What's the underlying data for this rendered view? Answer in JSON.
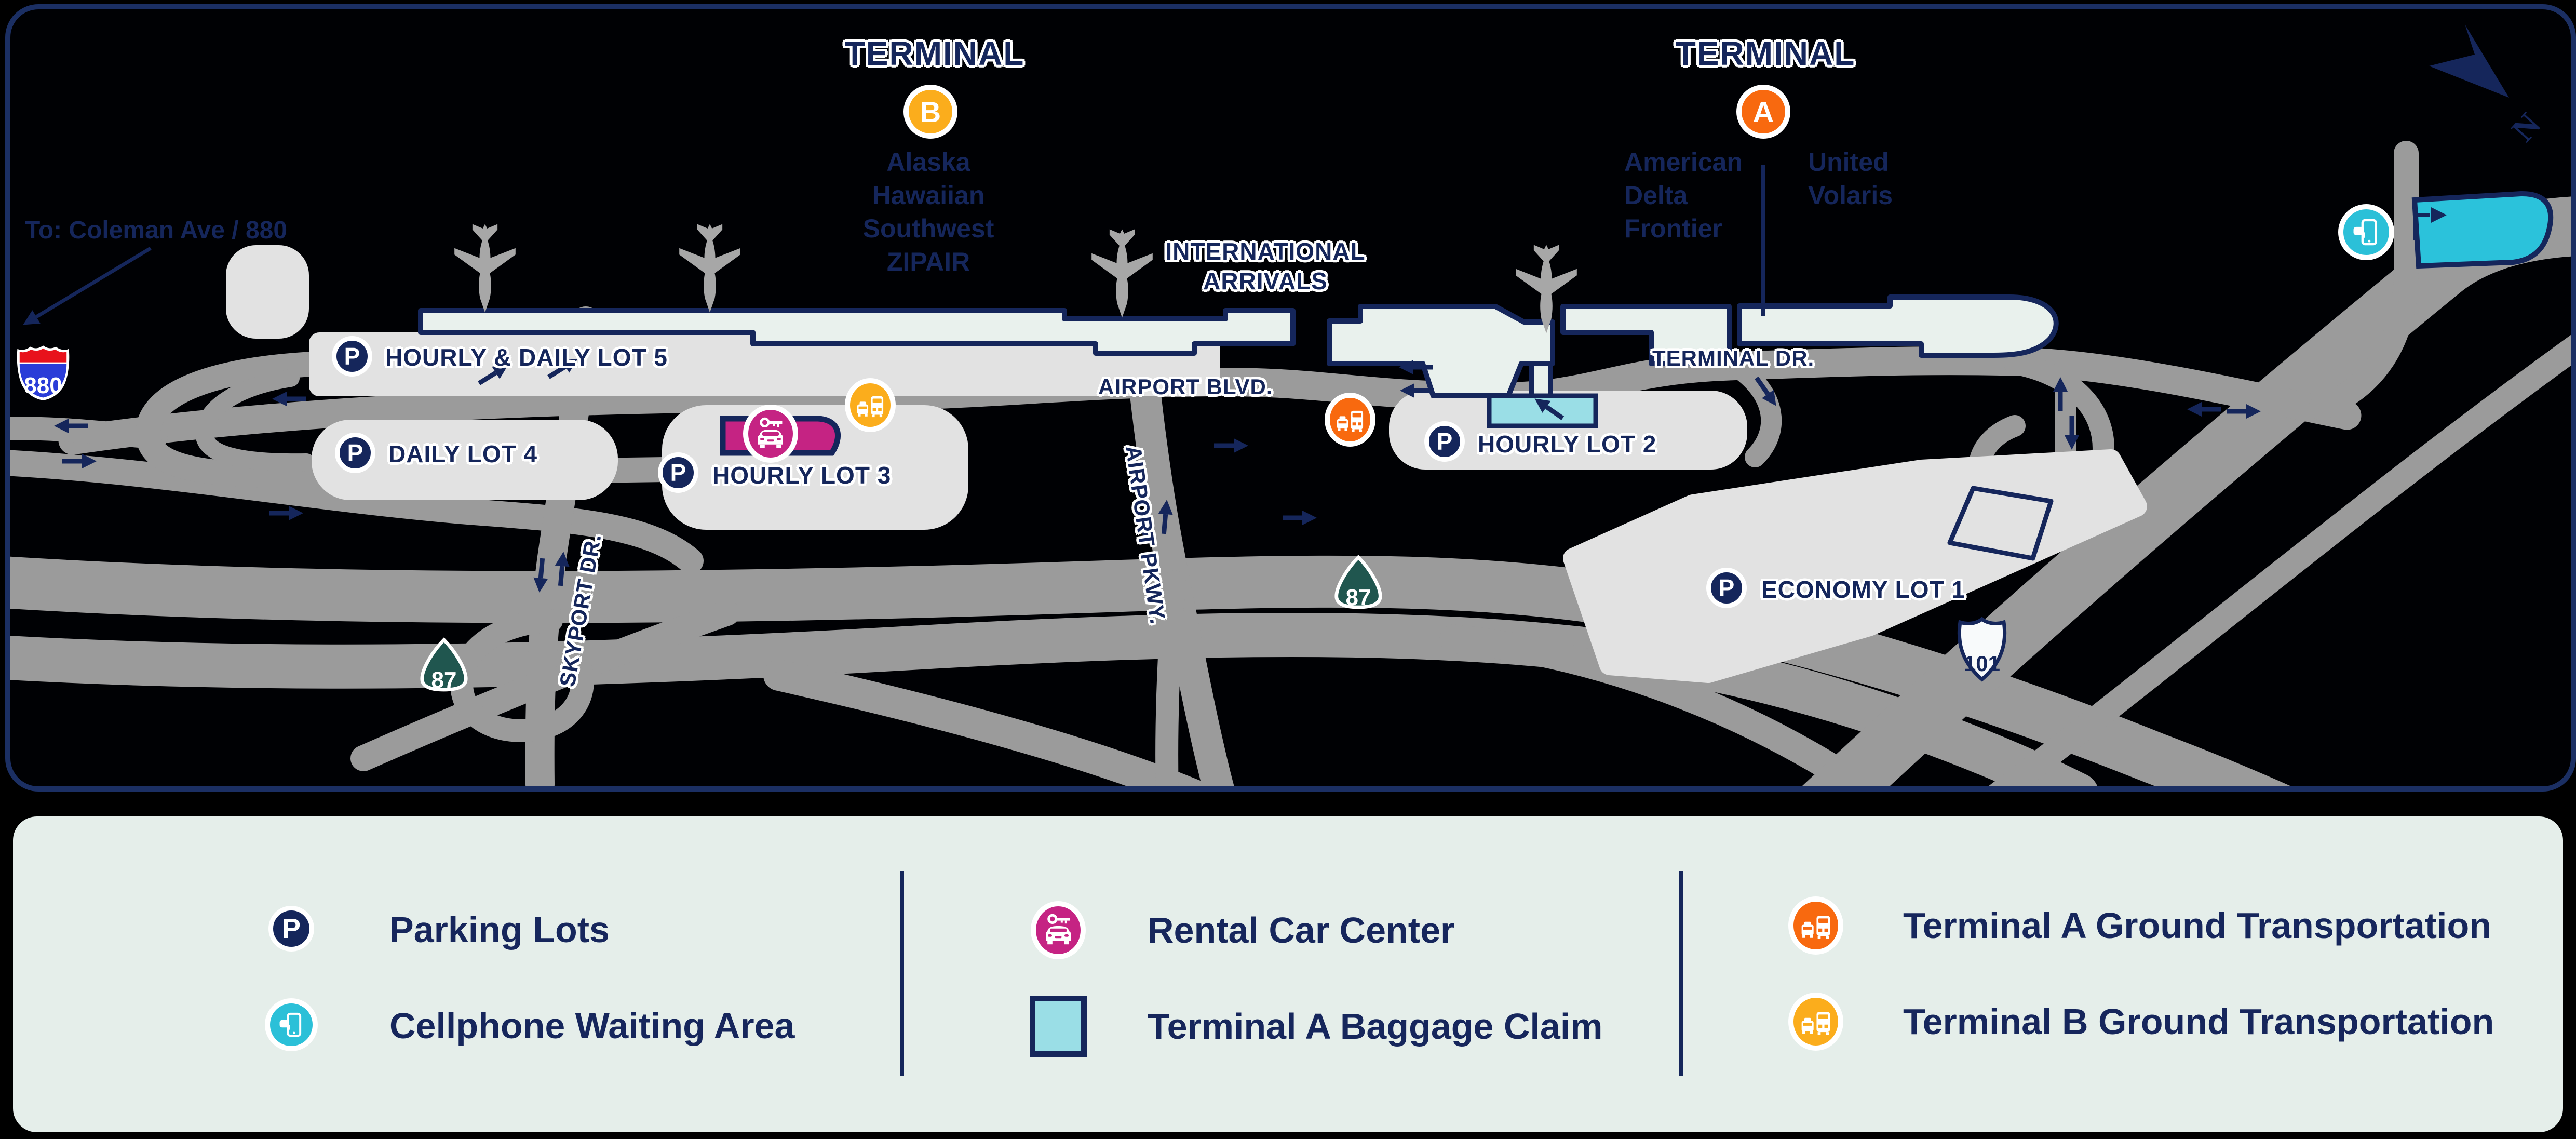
{
  "map": {
    "compass_n": "N",
    "coleman": "To: Coleman Ave / 880",
    "parking_letter": "P",
    "terminal_b": {
      "title": "TERMINAL",
      "badge": "B",
      "airlines": [
        "Alaska",
        "Hawaiian",
        "Southwest",
        "ZIPAIR"
      ]
    },
    "terminal_a": {
      "title": "TERMINAL",
      "badge": "A",
      "airlines_col1": [
        "American",
        "Delta",
        "Frontier"
      ],
      "airlines_col2": [
        "United",
        "Volaris"
      ]
    },
    "intl_line1": "INTERNATIONAL",
    "intl_line2": "ARRIVALS",
    "lots": {
      "lot5": "HOURLY & DAILY LOT 5",
      "lot4": "DAILY LOT 4",
      "lot3": "HOURLY LOT 3",
      "lot2": "HOURLY LOT 2",
      "lot1": "ECONOMY LOT 1"
    },
    "roads": {
      "airport_blvd": "AIRPORT BLVD.",
      "terminal_dr": "TERMINAL DR.",
      "airport_pkwy": "AIRPORT PKWY.",
      "skyport_dr": "SKYPORT DR."
    },
    "shields": {
      "i880": "880",
      "ca87": "87",
      "us101": "101"
    }
  },
  "legend": {
    "parking_label": "Parking Lots",
    "cellphone_label": "Cellphone Waiting Area",
    "rental_label": "Rental Car Center",
    "baggage_label": "Terminal A Baggage Claim",
    "gt_a_label": "Terminal A Ground Transportation",
    "gt_b_label": "Terminal B Ground Transportation"
  },
  "colors": {
    "navy": "#15265B",
    "road_gray": "#9B9B9B",
    "lot_gray": "#E2E2E2",
    "terminal_fill": "#E9F1ED",
    "terminal_a_orange": "#F8690F",
    "terminal_b_amber": "#FBAD1C",
    "rental_magenta": "#C52383",
    "cellphone_teal": "#2BC0D8",
    "baggage_cyan": "#9ADEE6",
    "ca87_green": "#20564F",
    "i880_red": "#E8121C",
    "i880_blue": "#2A3CD8",
    "legend_bg": "#E5EEEA"
  }
}
